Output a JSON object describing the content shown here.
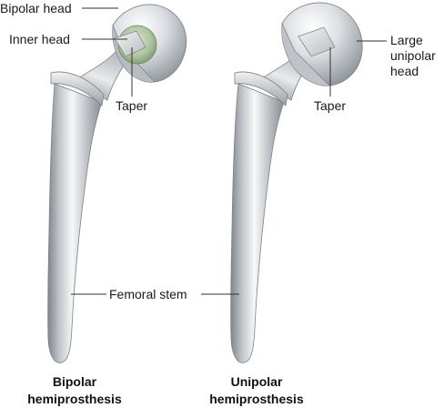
{
  "labels": {
    "bipolar_head": "Bipolar head",
    "inner_head": "Inner head",
    "taper_left": "Taper",
    "taper_right": "Taper",
    "large_unipolar_head": [
      "Large",
      "unipolar",
      "head"
    ],
    "femoral_stem": "Femoral stem"
  },
  "captions": {
    "left": [
      "Bipolar",
      "hemiprosthesis"
    ],
    "right": [
      "Unipolar",
      "hemiprosthesis"
    ]
  },
  "colors": {
    "metal_light": "#f4f5f6",
    "metal_mid": "#c9ccd0",
    "metal_dark": "#8e9398",
    "inner_head_green": "#a9c39b",
    "leader_line": "#333333"
  }
}
